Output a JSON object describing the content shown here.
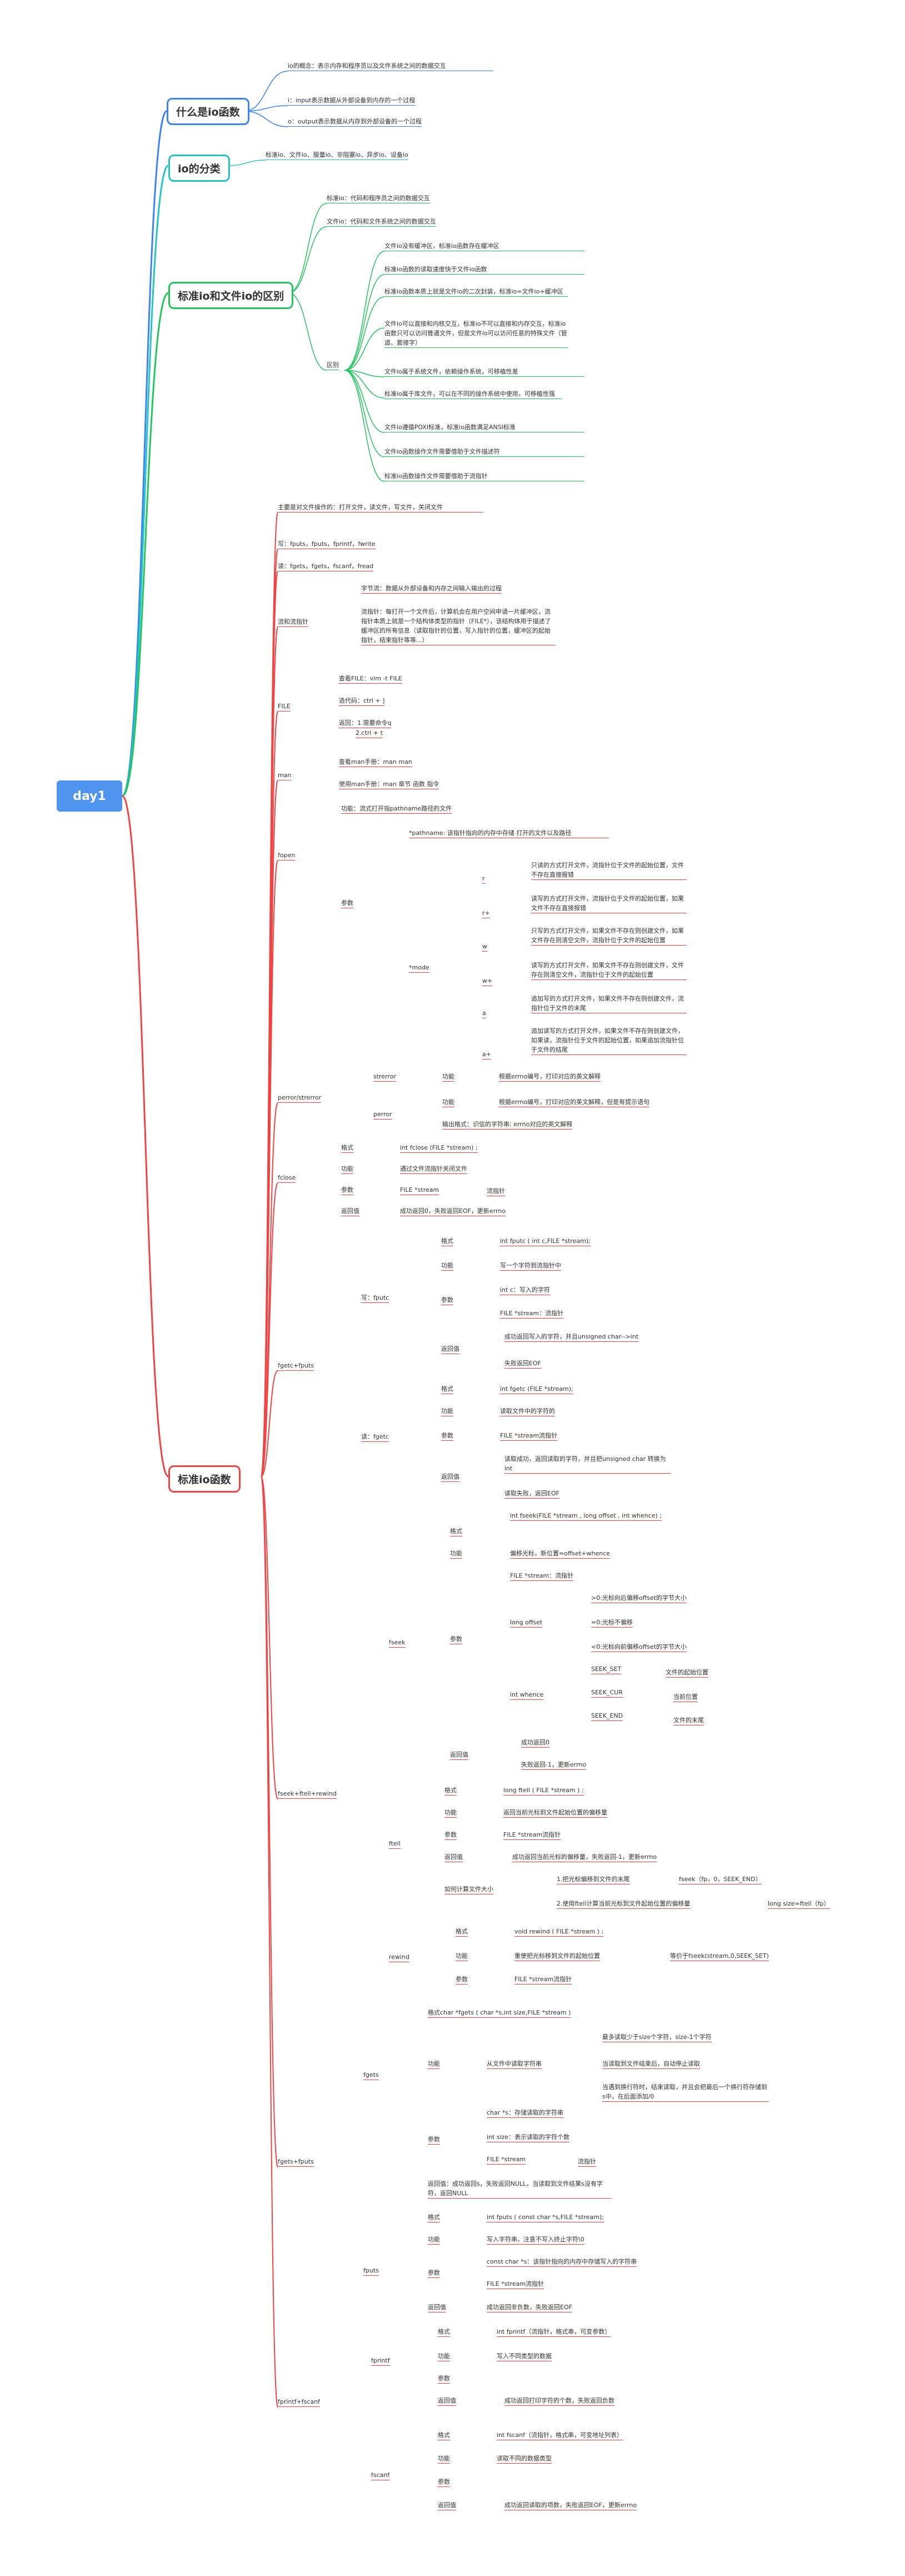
{
  "root": "day1",
  "colors": {
    "io_concept": "#3b82f6",
    "io_class": "#22c4c4",
    "diff": "#22c55e",
    "std": "#ef4444",
    "root": "#4f94ee"
  },
  "t1": {
    "title": "什么是io函数",
    "n1": "io的概念：表示内存和程序员以及文件系统之间的数据交互",
    "n2": "i：input表示数据从外部设备到内存的一个过程",
    "n3": "o：output表示数据从内存到外部设备的一个过程"
  },
  "t2": {
    "title": "io的分类",
    "n1": "标准io、文件io、服量io、非阻塞io、异步io、设备io"
  },
  "t3": {
    "title": "标准io和文件io的区别",
    "n1": "标准io：代码和程序员之间的数据交互",
    "n2": "文件io：代码和文件系统之间的数据交互",
    "qubie": "区别",
    "d": [
      "文件io没有缓冲区，标准io函数存在缓冲区",
      "标准io函数的读取速度快于文件io函数",
      "标准io函数本质上就是文件io的二次封装，标准io=文件io+缓冲区",
      "文件io可以直接和内核交互，标准io不可以直接和内存交互，标准io函数只可以访问普通文件，但是文件io可以访问任意的特殊文件（管道、套接字）",
      "文件io属于系统文件，依赖操作系统，可移植性差",
      "标准io属于库文件，可以在不同的操作系统中使用，可移植性强",
      "文件io遵循POXI标准，标准io函数满足ANSI标准",
      "文件io函数操作文件需要借助于文件描述符",
      "标准io函数操作文件需要借助于流指针"
    ]
  },
  "t4": {
    "title": "标准io函数",
    "op": "主要是对文件操作的：打开文件，读文件，写文件，关闭文件",
    "write": "写：fputs，fputs，fprintf，fwrite",
    "read": "读：fgets，fgets，fscanf，fread",
    "flow": "流和流指针",
    "flow1": "字节流：数据从外部设备和内存之间输入输出的过程",
    "flow2": "流指针：每打开一个文件后，计算机会在用户空间申请一片缓冲区，流指针本质上就是一个结构体类型的指针（FILE*），该结构体用于描述了缓冲区的所有信息（读取指针的位置，写入指针的位置，缓冲区的起始指针，结束指针等等...）",
    "file": "FILE",
    "file1": "查看FILE：vim -t FILE",
    "file2": "选代码：ctrl + ]",
    "file3": "返回：1.需要命令q",
    "file3b": "2.ctrl + t",
    "man": "man",
    "man1": "查看man手册：man man",
    "man2": "使用man手册：man 章节 函数 指令",
    "fopen": "fopen",
    "fopen_fn": "功能：流式打开指pathname路径的文件",
    "fopen_param": "参数",
    "fopen_path": "*pathname: 该指针指向的内存中存储 打开的文件以及路径",
    "fopen_mode": "*mode",
    "modes": [
      {
        "k": "r",
        "v": "只读的方式打开文件，流指针位于文件的起始位置，文件不存在直接报错"
      },
      {
        "k": "r+",
        "v": "读写的方式打开文件，流指针位于文件的起始位置，如果文件不存在直接报错"
      },
      {
        "k": "w",
        "v": "只写的方式打开文件，如果文件不存在则创建文件，如果文件存在则清空文件，流指针位于文件的起始位置"
      },
      {
        "k": "w+",
        "v": "读写的方式打开文件，如果文件不存在则创建文件，文件存在则清空文件，流指针位于文件的起始位置"
      },
      {
        "k": "a",
        "v": "追加写的方式打开文件，如果文件不存在则创建文件，流指针位于文件的末尾"
      },
      {
        "k": "a+",
        "v": "追加读写的方式打开文件，如果文件不存在则创建文件，如果读，流指针位于文件的起始位置，如果追加流指针位于文件的结尾"
      }
    ],
    "perr": "perror/strerror",
    "strerror": "strerror",
    "strerror_fn": "功能",
    "strerror_v": "根据errno编号，打印对应的英文解释",
    "perror": "perror",
    "perror_fn": "功能",
    "perror_v": "根据errno编号，打印对应的英文解释，但是有提示语句",
    "perror_fmt": "输出格式：识信的字符串: errno对应的英文解释",
    "fclose": "fclose",
    "fclose_fmt": "格式",
    "fclose_fmt_v": "int fclose (FILE *stream) ;",
    "fclose_fn": "功能",
    "fclose_fn_v": "通过文件流指针关闭文件",
    "fclose_p": "参数",
    "fclose_p_v": "FILE *stream",
    "fclose_p_v2": "流指针",
    "fclose_r": "返回值",
    "fclose_r_v": "成功返回0，失败返回EOF，更新errno",
    "fgetc_g": "fgetc+fputs",
    "fputc": "写：fputc",
    "fputc_fmt": "格式",
    "fputc_fmt_v": "int fputc ( int c,FILE *stream);",
    "fputc_fn": "功能",
    "fputc_fn_v": "写一个字符到流指针中",
    "fputc_p": "参数",
    "fputc_p1": "int c：写入的字符",
    "fputc_p2": "FILE *stream：流指针",
    "fputc_r": "返回值",
    "fputc_r1": "成功返回写入的字符，并且unsigned char-->int",
    "fputc_r2": "失败返回EOF",
    "fgetc": "读：fgetc",
    "fgetc_fmt": "格式",
    "fgetc_fmt_v": "int fgetc (FILE *stream);",
    "fgetc_fn": "功能",
    "fgetc_fn_v": "读取文件中的字符的",
    "fgetc_p": "参数",
    "fgetc_p_v": "FILE *stream流指针",
    "fgetc_r": "返回值",
    "fgetc_r1": "读取成功，返回读取的字符，并且把unsigned char 转换为int",
    "fgetc_r2": "读取失败，返回EOF",
    "fseek_g": "fseek+ftell+rewind",
    "fseek": "fseek",
    "fseek_fmt_v": "int fseek(FILE *stream , long offset , int whence) ;",
    "fseek_fmt": "格式",
    "fseek_fn": "功能",
    "fseek_fn_v": "偏移光标，新位置=offset+whence",
    "fseek_p": "参数",
    "fseek_p1": "FILE *stream：流指针",
    "fseek_off": "long offset",
    "fseek_off1": ">0:光标向后偏移offset的字节大小",
    "fseek_off2": "=0:光标不偏移",
    "fseek_off3": "<0:光标向前偏移offset的字节大小",
    "fseek_wh": "int whence",
    "wh1k": "SEEK_SET",
    "wh1v": "文件的起始位置",
    "wh2k": "SEEK_CUR",
    "wh2v": "当前位置",
    "wh3k": "SEEK_END",
    "wh3v": "文件的末尾",
    "fseek_r": "返回值",
    "fseek_r1": "成功返回0",
    "fseek_r2": "失败返回-1，更新errno",
    "ftell": "ftell",
    "ftell_fmt": "格式",
    "ftell_fmt_v": "long ftell ( FILE *stream ) ;",
    "ftell_fn": "功能",
    "ftell_fn_v": "返回当前光标到文件起始位置的偏移量",
    "ftell_p": "参数",
    "ftell_p_v": "FILE *stream流指针",
    "ftell_r": "返回值",
    "ftell_r_v": "成功返回当前光标的偏移量，失败返回-1，更新errno",
    "ftell_calc": "如何计算文件大小",
    "ftell_c1": "1.把光标偏移到文件的末尾",
    "ftell_c1v": "fseek（fp，0，SEEK_END）",
    "ftell_c2": "2.使用ftell计算当前光标到文件起始位置的偏移量",
    "ftell_c2v": "long size=ftell（fp）",
    "rewind": "rewind",
    "rewind_fmt": "格式",
    "rewind_fmt_v": "void rewind ( FILE *stream ) ;",
    "rewind_fn": "功能",
    "rewind_fn_v": "重使把光标移到文件的起始位置",
    "rewind_fn_v2": "等价于fseek(stream,0,SEEK_SET)",
    "rewind_p": "参数",
    "rewind_p_v": "FILE *stream流指针",
    "fgets_g": "fgets+fputs",
    "fgets": "fgets",
    "fgets_fmt": "格式char *fgets ( char *s,int size,FILE *stream )",
    "fgets_fn": "功能",
    "fgets_fn_v": "从文件中读取字符串",
    "fgets_fn1": "最多读取少于size个字符，size-1个字符",
    "fgets_fn2": "当读取到文件结束后，自动停止读取",
    "fgets_fn3": "当遇到换行符时，结束读取，并且会把最后一个换行符存储到s中，在后面添加/0",
    "fgets_p": "参数",
    "fgets_p1": "char *s：存储读取的字符串",
    "fgets_p2": "int size：表示读取的字符个数",
    "fgets_p3": "FILE *stream",
    "fgets_p3v": "流指针",
    "fgets_r": "返回值：成功返回s，失败返回NULL，当读取到文件结果s没有字符，返回NULL",
    "fputs": "fputs",
    "fputs_fmt": "格式",
    "fputs_fmt_v": "int fputs ( const char *s,FILE *stream);",
    "fputs_fn": "功能",
    "fputs_fn_v": "写入字符串，注意不写入终止字符\\0",
    "fputs_p": "参数",
    "fputs_p1": "const char *s：该指针指向的内存中存储写入的字符串",
    "fputs_p2": "FILE *stream流指针",
    "fputs_r": "返回值",
    "fputs_r_v": "成功返回非负数，失败返回EOF",
    "fpr_g": "fprintf+fscanf",
    "fprintf": "fprintf",
    "fprintf_fmt": "格式",
    "fprintf_fmt_v": "int fprintf（流指针，格式串，可变参数）",
    "fprintf_fn": "功能",
    "fprintf_fn_v": "写入不同类型的数据",
    "fprintf_p": "参数",
    "fprintf_r": "返回值",
    "fprintf_r_v": "成功返回打印字符的个数，失败返回负数",
    "fscanf": "fscanf",
    "fscanf_fmt": "格式",
    "fscanf_fmt_v": "int fscanf（流指针，格式串，可变地址列表）",
    "fscanf_fn": "功能",
    "fscanf_fn_v": "读取不同的数据类型",
    "fscanf_p": "参数",
    "fscanf_r": "返回值",
    "fscanf_r_v": "成功返回读取的项数，失败返回EOF，更新errno"
  }
}
